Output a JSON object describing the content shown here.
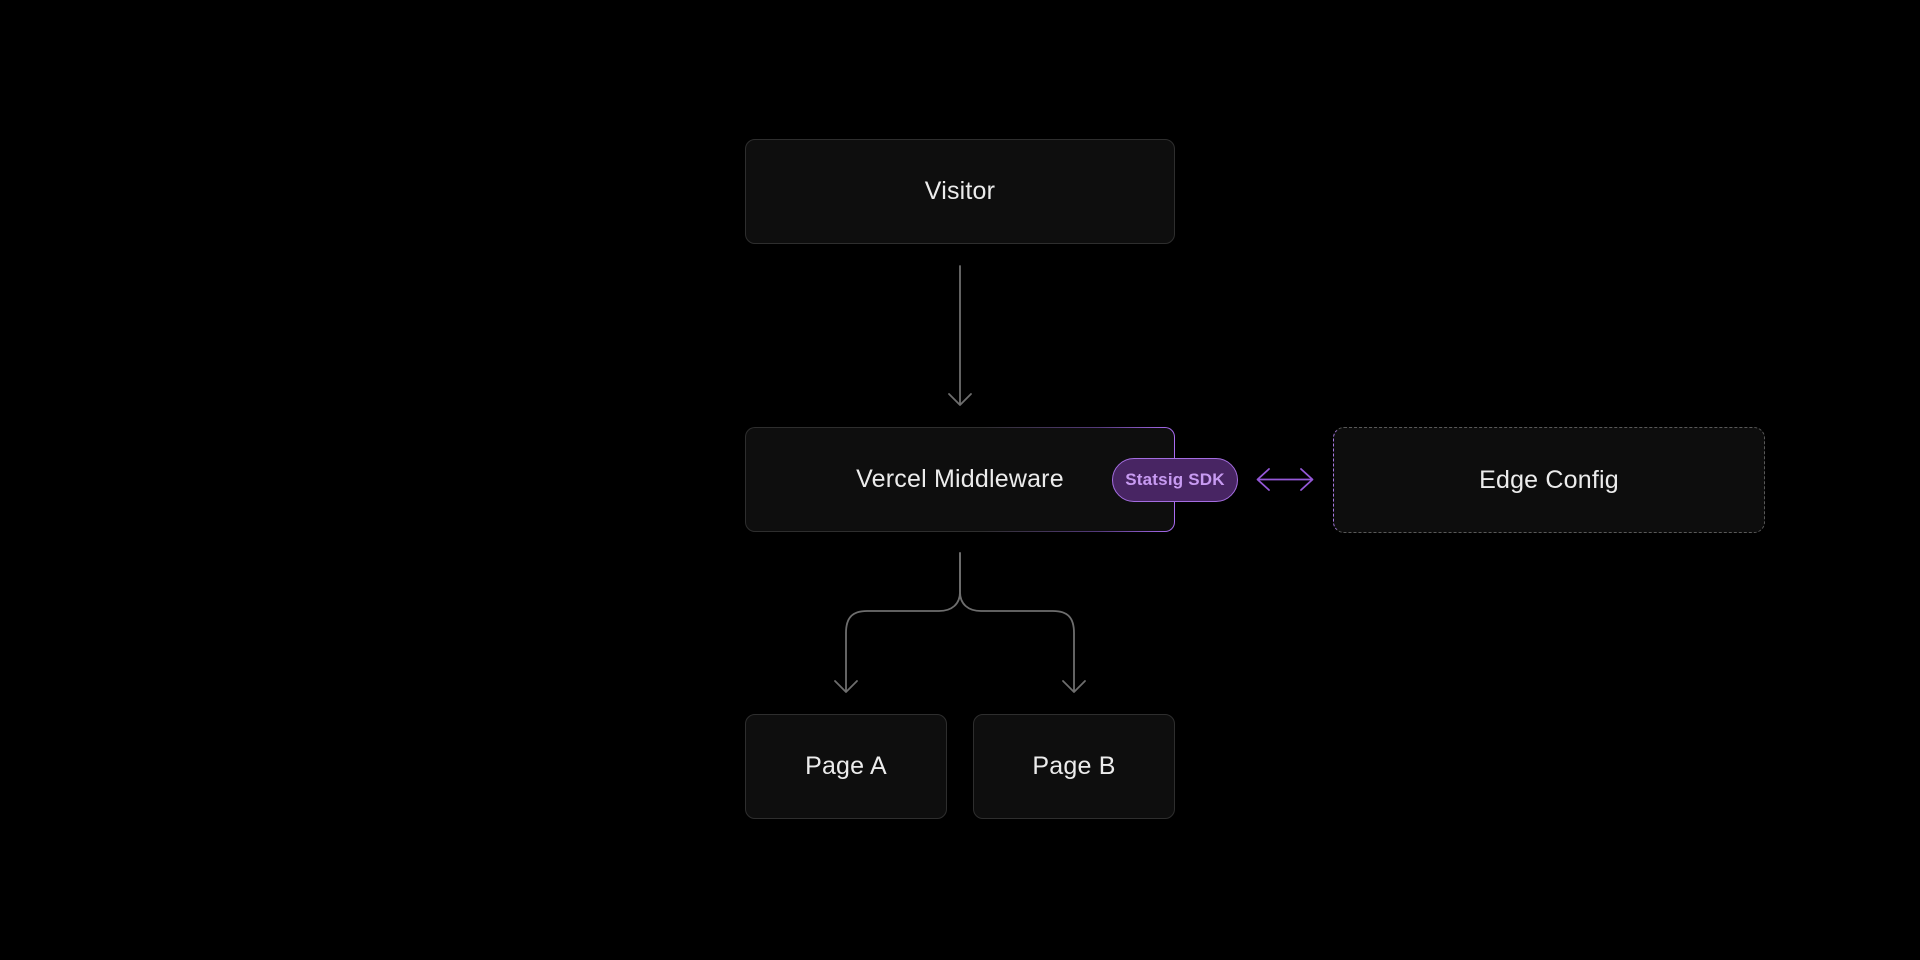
{
  "diagram": {
    "nodes": {
      "visitor": {
        "label": "Visitor"
      },
      "middleware": {
        "label": "Vercel Middleware"
      },
      "badge": {
        "label": "Statsig SDK"
      },
      "edge_config": {
        "label": "Edge Config"
      },
      "page_a": {
        "label": "Page A"
      },
      "page_b": {
        "label": "Page B"
      }
    },
    "edges": [
      {
        "from": "visitor",
        "to": "middleware",
        "type": "arrow-down"
      },
      {
        "from": "middleware",
        "to": "page_a",
        "type": "fork-arrow-down"
      },
      {
        "from": "middleware",
        "to": "page_b",
        "type": "fork-arrow-down"
      },
      {
        "from": "middleware",
        "to": "edge_config",
        "type": "double-headed-arrow"
      }
    ],
    "colors": {
      "background": "#000000",
      "node_fill": "#0e0e0e",
      "node_border": "#2e2e2e",
      "node_text": "#ececec",
      "arrow": "#6e6e6e",
      "purple_arrow": "#9558d8",
      "purple_border": "#aa6cf2",
      "badge_fill": "#482563",
      "badge_border": "#a46de0",
      "badge_text": "#c89bf2",
      "dashed_border": "#585858",
      "dashed_border_left": "#a678e0"
    }
  }
}
